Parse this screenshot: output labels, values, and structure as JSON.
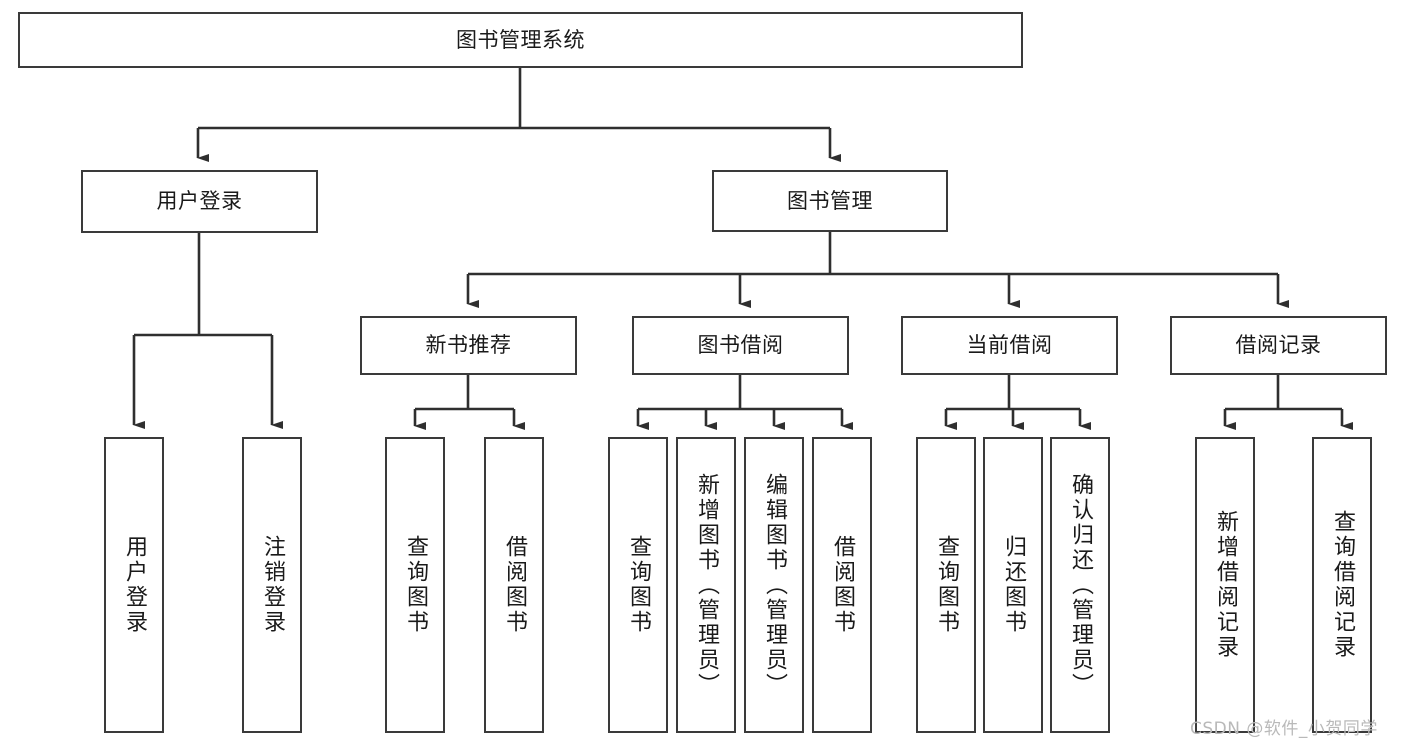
{
  "diagram": {
    "title": "图书管理系统",
    "type": "tree",
    "stroke_color": "#3a3a3a",
    "fill_color": "#ffffff",
    "text_color": "#1a1a1a",
    "root": {
      "label": "图书管理系统"
    },
    "level2": [
      {
        "label": "用户登录"
      },
      {
        "label": "图书管理"
      }
    ],
    "level3": [
      {
        "label": "新书推荐"
      },
      {
        "label": "图书借阅"
      },
      {
        "label": "当前借阅"
      },
      {
        "label": "借阅记录"
      }
    ],
    "leaves": {
      "user_login": [
        {
          "label": "用户登录"
        },
        {
          "label": "注销登录"
        }
      ],
      "new_book_recommend": [
        {
          "label": "查询图书"
        },
        {
          "label": "借阅图书"
        }
      ],
      "book_borrow": [
        {
          "label": "查询图书"
        },
        {
          "label": "新增图书（管理员）"
        },
        {
          "label": "编辑图书（管理员）"
        },
        {
          "label": "借阅图书"
        }
      ],
      "current_borrow": [
        {
          "label": "查询图书"
        },
        {
          "label": "归还图书"
        },
        {
          "label": "确认归还（管理员）"
        }
      ],
      "borrow_record": [
        {
          "label": "新增借阅记录"
        },
        {
          "label": "查询借阅记录"
        }
      ]
    }
  },
  "watermark": {
    "text": "CSDN @软件_小贺同学"
  }
}
